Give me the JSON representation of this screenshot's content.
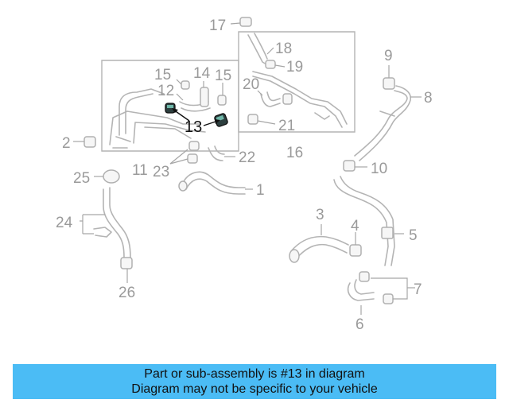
{
  "diagram": {
    "callouts": {
      "c1": "1",
      "c2": "2",
      "c3": "3",
      "c4": "4",
      "c5": "5",
      "c6": "6",
      "c7": "7",
      "c8": "8",
      "c9": "9",
      "c10": "10",
      "c11": "11",
      "c12": "12",
      "c13": "13",
      "c14": "14",
      "c15a": "15",
      "c15b": "15",
      "c16": "16",
      "c17": "17",
      "c18": "18",
      "c19": "19",
      "c20": "20",
      "c21": "21",
      "c22": "22",
      "c23": "23",
      "c24": "24",
      "c25": "25",
      "c26": "26"
    },
    "highlight_color": "#111111",
    "part_color": "#b4b4b4"
  },
  "banner": {
    "line1": "Part or sub-assembly is #13 in diagram",
    "line2": "Diagram may not be specific to your vehicle",
    "background": "#4bbcf5"
  }
}
